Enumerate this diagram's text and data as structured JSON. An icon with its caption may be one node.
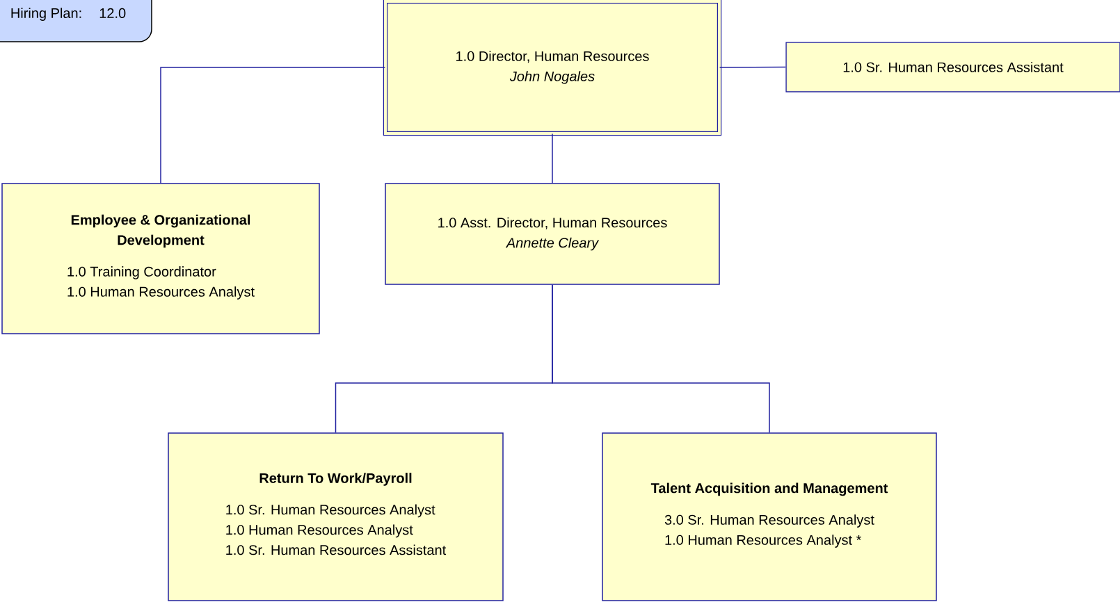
{
  "diagram": {
    "nodes": [
      {
        "text": [
          "Hiring Plan:",
          "12.0"
        ]
      },
      {
        "text": [
          "1.0 Director, Human Resources",
          "John Nogales"
        ]
      },
      {
        "text": [
          "1.0 Sr. Human Resources Assistant"
        ]
      },
      {
        "text": [
          "Employee & Organizational Development",
          "1.0 Training Coordinator",
          "1.0 Human Resources Analyst"
        ]
      },
      {
        "text": [
          "1.0 Asst. Director, Human Resources",
          "Annette Cleary"
        ]
      },
      {
        "text": [
          "Return To Work/Payroll",
          "1.0 Sr. Human Resources Analyst",
          "1.0 Human Resources Analyst",
          "1.0 Sr. Human Resources Assistant"
        ]
      },
      {
        "text": [
          "Talent Acquisition and Management",
          "3.0 Sr. Human Resources Analyst",
          "1.0 Human Resources Analyst *"
        ]
      }
    ],
    "edges": [
      {
        "from": 1,
        "to": 3,
        "arrow": "none"
      },
      {
        "from": 1,
        "to": 2,
        "arrow": "none"
      },
      {
        "from": 1,
        "to": 4,
        "arrow": "none"
      },
      {
        "from": 4,
        "to": 5,
        "arrow": "none"
      },
      {
        "from": 4,
        "to": 6,
        "arrow": "none"
      }
    ]
  }
}
